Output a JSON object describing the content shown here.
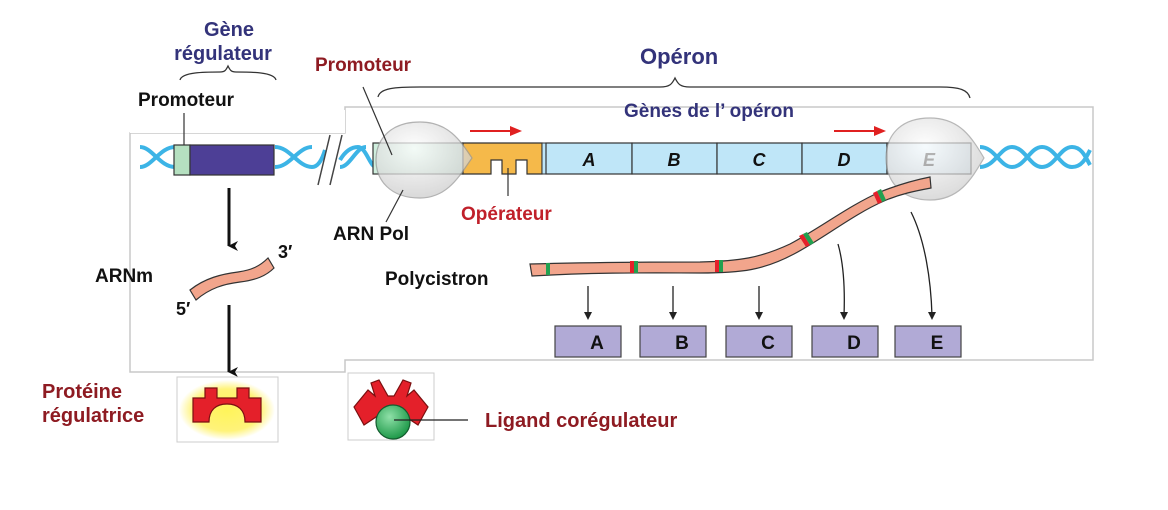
{
  "colors": {
    "navy": "#33337a",
    "darkred": "#8e1b22",
    "red_arrow": "#e02020",
    "dna": "#3cb4e6",
    "regulator_gene": "#4d3f96",
    "promoter_green": "#b5e0c0",
    "operator_orange": "#f5b94a",
    "gene_blue": "#bfe6f8",
    "mrna": "#f2a58c",
    "protein_box": "#b1aad6",
    "protein_red": "#e4202a",
    "ligand_green": "#22a050"
  },
  "labels": {
    "regulator_gene_title_line1": "Gène",
    "regulator_gene_title_line2": "régulateur",
    "regulator_promoter": "Promoteur",
    "operon_promoter": "Promoteur",
    "operon_title": "Opéron",
    "operon_genes": "Gènes de l’ opéron",
    "operator": "Opérateur",
    "rna_pol": "ARN Pol",
    "mrna": "ARNm",
    "three_prime": "3′",
    "five_prime": "5′",
    "polycistron": "Polycistron",
    "regulatory_protein_line1": "Protéine",
    "regulatory_protein_line2": "régulatrice",
    "ligand": "Ligand corégulateur"
  },
  "genes": [
    "A",
    "B",
    "C",
    "D",
    "E"
  ],
  "proteins": [
    "A",
    "B",
    "C",
    "D",
    "E"
  ]
}
